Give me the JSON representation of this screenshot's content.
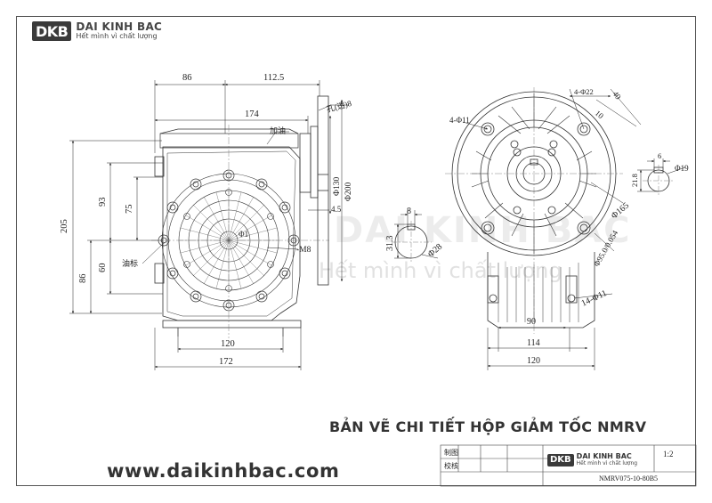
{
  "brand": {
    "logo_mark": "DKB",
    "name": "DAI KINH BAC",
    "slogan": "Hết mình vì chất lượng"
  },
  "watermark": {
    "name": "DAI KINH BAC",
    "slogan": "Hết mình vì chất lượng"
  },
  "drawing": {
    "title": "BẢN VẼ CHI TIẾT HỘP GIẢM TỐC NMRV",
    "website": "www.daikinhbac.com",
    "front_view": {
      "dim_top_left": "86",
      "dim_top_right": "112.5",
      "dim_overall_width": "174",
      "dim_height_total": "205",
      "dim_height_93": "93",
      "dim_height_75": "75",
      "dim_height_86": "86",
      "dim_height_60": "60",
      "dim_base_120": "120",
      "dim_base_172": "172",
      "dim_flange_130": "Φ130",
      "dim_flange_200": "Φ200",
      "dim_4_5": "4.5",
      "note_fill": "加油",
      "note_breather": "孔(透)8",
      "note_level": "油标",
      "note_thread": "-M8",
      "note_pcd": "Φ1"
    },
    "shaft_detail": {
      "dim_width": "8",
      "dim_height": "31.3",
      "dim_diameter": "Φ28"
    },
    "side_view": {
      "dim_4_11": "4-Φ11",
      "dim_4_22": "4-Φ22",
      "dim_10": "10",
      "dim_6": "6",
      "dim_21_8": "21.8",
      "dim_19": "Φ19",
      "dim_40": "40",
      "dim_165": "Φ165",
      "dim_95": "Φ95.0/0.054",
      "dim_14_11": "14-Φ11",
      "dim_90": "90",
      "dim_114": "114",
      "dim_120": "120"
    }
  },
  "title_block": {
    "row1_label": "制图",
    "row2_label": "校核",
    "logo_mark": "DKB",
    "logo_name": "DAI KINH BAC",
    "logo_slogan": "Hết mình vì chất lượng",
    "scale": "1:2",
    "model_code": "NMRV075-10-80B5"
  }
}
